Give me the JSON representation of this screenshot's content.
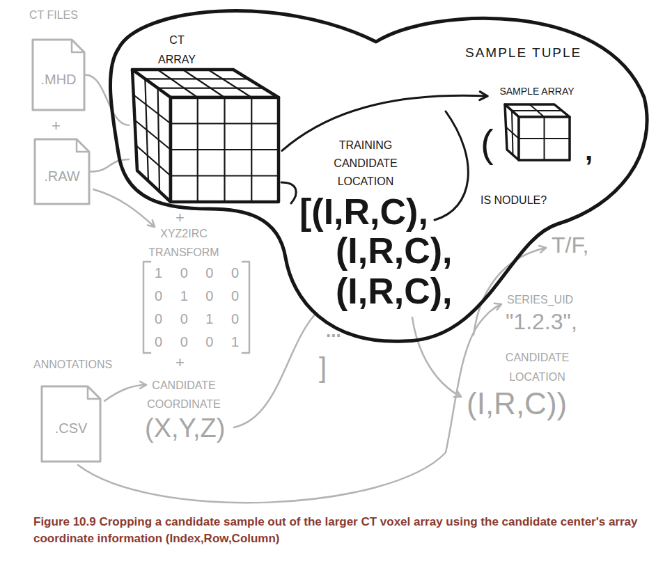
{
  "diagram": {
    "caption": "Figure 10.9 Cropping a candidate sample out of the larger CT voxel array using the candidate center's array coordinate information (Index,Row,Column)",
    "nodes": [
      {
        "text": [
          "SAMPLE TUPLE"
        ]
      },
      {
        "text": [
          "CT ARRAY"
        ],
        "in": 0
      },
      {
        "text": [
          "SAMPLE ARRAY"
        ],
        "in": 0
      },
      {
        "text": [
          ".MHD"
        ]
      },
      {
        "text": [
          ".RAW"
        ]
      },
      {
        "text": [
          ".CSV"
        ]
      }
    ],
    "edges": [
      {
        "from": 3,
        "to": 1,
        "arrow": "none"
      },
      {
        "from": 4,
        "to": 1,
        "arrow": "none"
      },
      {
        "from": 1,
        "to": 2,
        "arrow": "to"
      }
    ],
    "labels": [
      "CT FILES",
      "+",
      "+",
      "XYZ2IRC TRANSFORM",
      "1 0 0 0",
      "0 1 0 0",
      "0 0 1 0",
      "0 0 0 1",
      "+",
      "CANDIDATE COORDINATE",
      "(X,Y,Z)",
      "ANNOTATIONS",
      "TRAINING CANDIDATE LOCATION",
      "[(I,R,C),",
      "(I,R,C),",
      "(I,R,C),",
      "...",
      "]",
      "(",
      ",",
      "IS NODULE?",
      "T/F,",
      "SERIES_UID",
      "\"1.2.3\",",
      "CANDIDATE LOCATION",
      "(I,R,C))"
    ]
  }
}
